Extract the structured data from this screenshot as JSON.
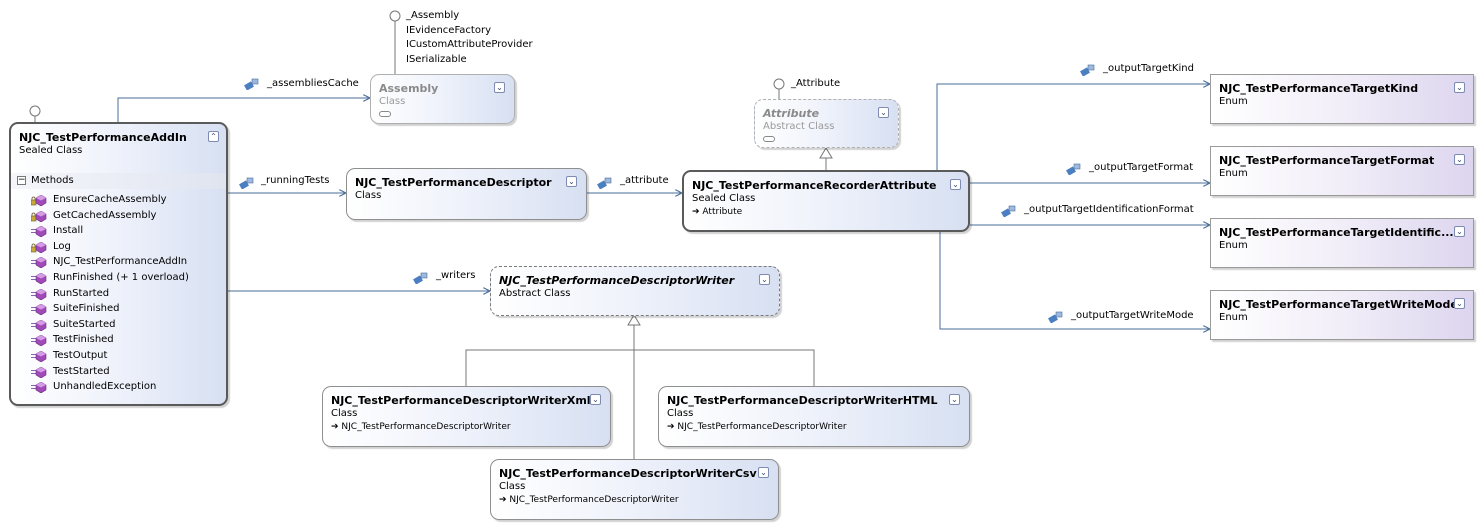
{
  "main_class": {
    "name": "NJC_TestPerformanceAddIn",
    "stereotype": "Sealed Class",
    "section_title": "Methods",
    "methods": [
      {
        "name": "EnsureCacheAssembly",
        "access": "private"
      },
      {
        "name": "GetCachedAssembly",
        "access": "private"
      },
      {
        "name": "Install",
        "access": "public"
      },
      {
        "name": "Log",
        "access": "private"
      },
      {
        "name": "NJC_TestPerformanceAddIn",
        "access": "public"
      },
      {
        "name": "RunFinished (+ 1 overload)",
        "access": "public"
      },
      {
        "name": "RunStarted",
        "access": "public"
      },
      {
        "name": "SuiteFinished",
        "access": "public"
      },
      {
        "name": "SuiteStarted",
        "access": "public"
      },
      {
        "name": "TestFinished",
        "access": "public"
      },
      {
        "name": "TestOutput",
        "access": "public"
      },
      {
        "name": "TestStarted",
        "access": "public"
      },
      {
        "name": "UnhandledException",
        "access": "public"
      }
    ]
  },
  "assembly": {
    "name": "Assembly",
    "stereotype": "Class",
    "interfaces": [
      "_Assembly",
      "IEvidenceFactory",
      "ICustomAttributeProvider",
      "ISerializable"
    ]
  },
  "attribute": {
    "name": "Attribute",
    "stereotype": "Abstract Class",
    "interfaces": [
      "_Attribute"
    ]
  },
  "descriptor": {
    "name": "NJC_TestPerformanceDescriptor",
    "stereotype": "Class"
  },
  "recorder": {
    "name": "NJC_TestPerformanceRecorderAttribute",
    "stereotype": "Sealed Class",
    "inherits": "Attribute"
  },
  "writer": {
    "name": "NJC_TestPerformanceDescriptorWriter",
    "stereotype": "Abstract Class"
  },
  "writer_xml": {
    "name": "NJC_TestPerformanceDescriptorWriterXml",
    "stereotype": "Class",
    "inherits": "NJC_TestPerformanceDescriptorWriter"
  },
  "writer_html": {
    "name": "NJC_TestPerformanceDescriptorWriterHTML",
    "stereotype": "Class",
    "inherits": "NJC_TestPerformanceDescriptorWriter"
  },
  "writer_csv": {
    "name": "NJC_TestPerformanceDescriptorWriterCsv",
    "stereotype": "Class",
    "inherits": "NJC_TestPerformanceDescriptorWriter"
  },
  "enums": [
    {
      "name": "NJC_TestPerformanceTargetKind",
      "stereotype": "Enum"
    },
    {
      "name": "NJC_TestPerformanceTargetFormat",
      "stereotype": "Enum"
    },
    {
      "name": "NJC_TestPerformanceTargetIdentific...",
      "stereotype": "Enum"
    },
    {
      "name": "NJC_TestPerformanceTargetWriteMode",
      "stereotype": "Enum"
    }
  ],
  "associations": {
    "assemblies_cache": "_assembliesCache",
    "running_tests": "_runningTests",
    "attribute": "_attribute",
    "writers": "_writers",
    "output_target_kind": "_outputTargetKind",
    "output_target_format": "_outputTargetFormat",
    "output_target_identification_format": "_outputTargetIdentificationFormat",
    "output_target_write_mode": "_outputTargetWriteMode"
  },
  "colors": {
    "connector": "#4a6e9a",
    "inheritance": "#777777",
    "class_gradient_end": "#d7e0f2",
    "enum_gradient_end": "#ddd5ef",
    "method_icon": "#a04ab8"
  },
  "icons": {
    "collapse": "double-chevron-icon",
    "property": "property-icon",
    "method": "method-icon",
    "interface": "lollipop-icon"
  }
}
